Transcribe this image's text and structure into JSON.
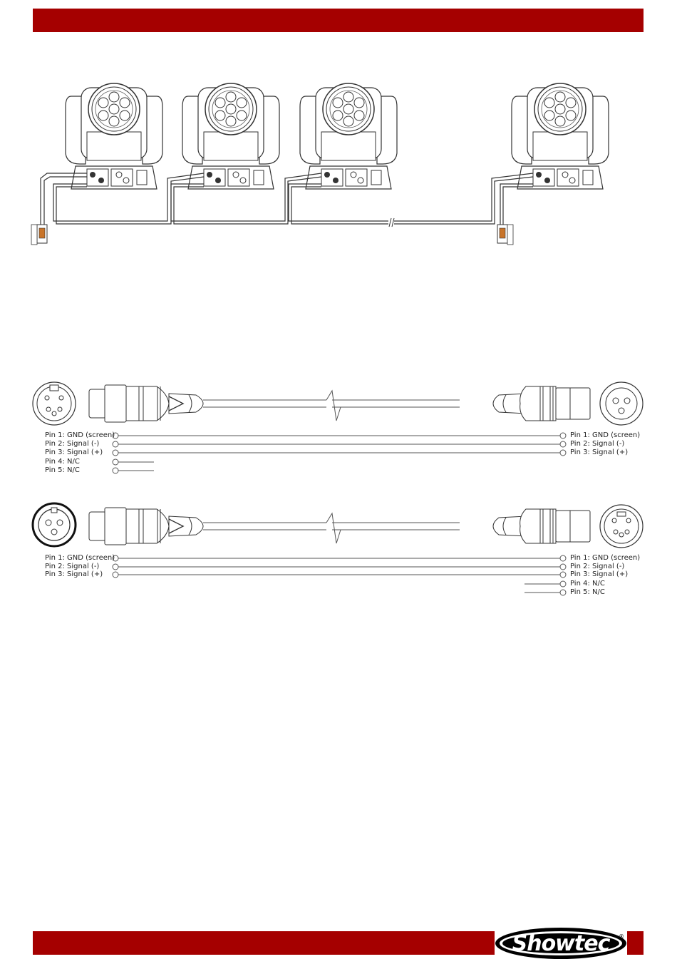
{
  "colors": {
    "brand_red": "#a50000",
    "line": "#444444"
  },
  "logo": {
    "text": "Showtec",
    "reg": "®",
    "icon": "showtec-logo"
  },
  "diagram_1": {
    "fixture_count_shown": 4,
    "terminator_left": "DMX",
    "terminator_right": "DMX"
  },
  "cable_5pin_to_3pin": {
    "left_pins": [
      "Pin 1: GND (screen)",
      "Pin 2: Signal (-)",
      "Pin 3: Signal (+)",
      "Pin 4: N/C",
      "Pin 5: N/C"
    ],
    "right_pins": [
      "Pin 1: GND (screen)",
      "Pin 2: Signal (-)",
      "Pin 3: Signal (+)"
    ]
  },
  "cable_3pin_to_5pin": {
    "left_pins": [
      "Pin 1: GND (screen)",
      "Pin 2: Signal (-)",
      "Pin 3: Signal (+)"
    ],
    "right_pins": [
      "Pin 1: GND (screen)",
      "Pin 2: Signal (-)",
      "Pin 3: Signal (+)",
      "Pin 4: N/C",
      "Pin 5: N/C"
    ]
  }
}
